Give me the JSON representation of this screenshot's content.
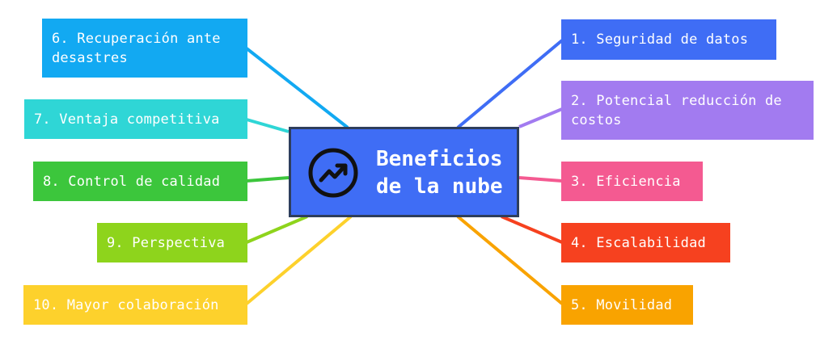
{
  "center": {
    "title": "Beneficios de la nube",
    "icon": "trending-up-icon",
    "color": "#3f6df5"
  },
  "benefits": [
    {
      "label": "1. Seguridad de datos",
      "color": "#3f6df5"
    },
    {
      "label": "2. Potencial reducción de costos",
      "color": "#a27bf0"
    },
    {
      "label": "3. Eficiencia",
      "color": "#f45a91"
    },
    {
      "label": "4. Escalabilidad",
      "color": "#f6411f"
    },
    {
      "label": "5. Movilidad",
      "color": "#f9a300"
    },
    {
      "label": "6. Recuperación ante desastres",
      "color": "#12a9f2"
    },
    {
      "label": "7. Ventaja competitiva",
      "color": "#2fd6d6"
    },
    {
      "label": "8. Control de calidad",
      "color": "#3cc63c"
    },
    {
      "label": "9. Perspectiva",
      "color": "#8ed41c"
    },
    {
      "label": "10. Mayor colaboración",
      "color": "#fdd12c"
    }
  ]
}
